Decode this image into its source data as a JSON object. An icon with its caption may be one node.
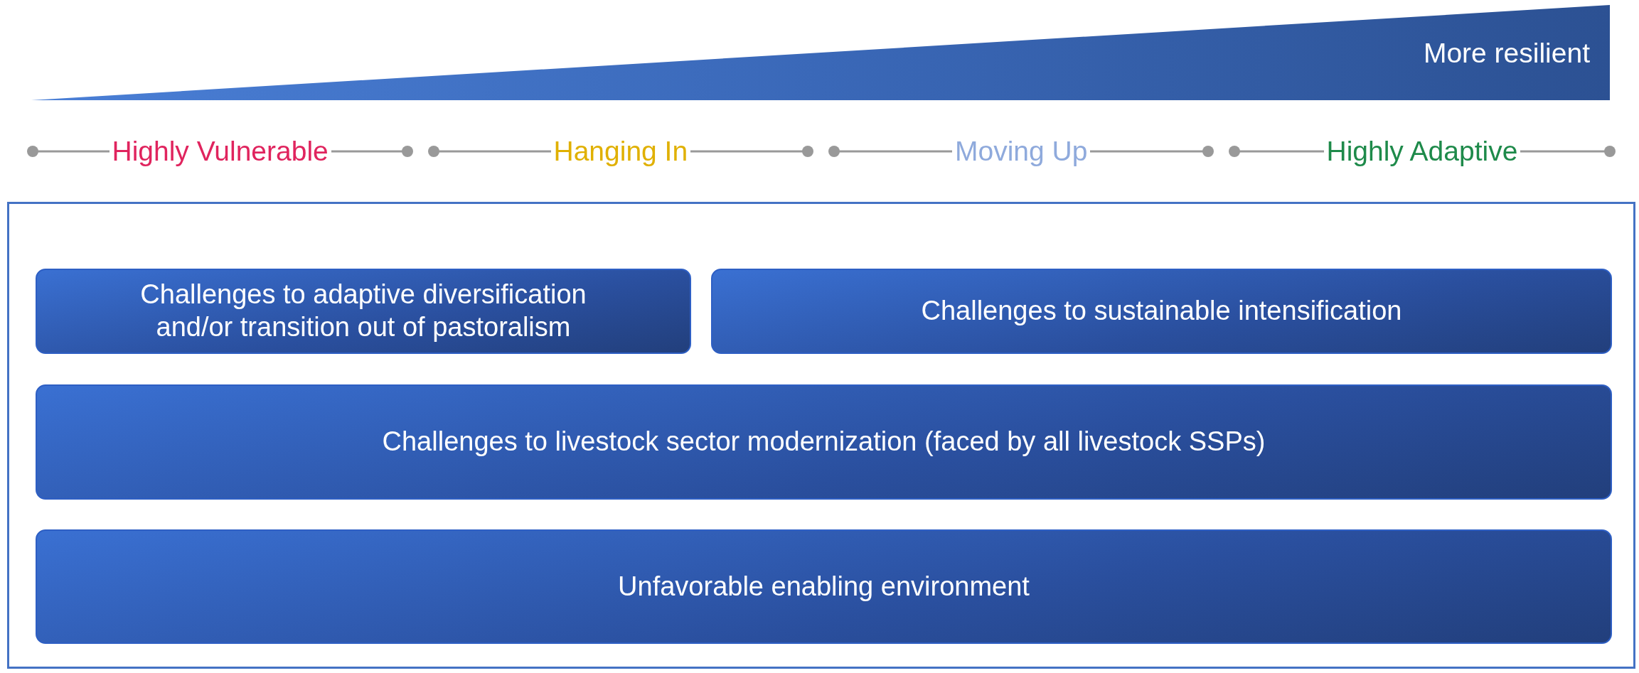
{
  "diagram": {
    "nodes": [
      {
        "text": [
          "More resilient"
        ]
      },
      {
        "text": [],
        "shape": "box"
      },
      {
        "text": [
          "Challenges to adaptive diversification and/or transition out of pastoralism"
        ],
        "in": 1
      },
      {
        "text": [
          "Challenges to sustainable intensification"
        ],
        "in": 1
      },
      {
        "text": [
          "Challenges to livestock sector modernization (faced by all livestock SSPs)"
        ],
        "in": 1
      },
      {
        "text": [
          "Unfavorable enabling environment"
        ],
        "in": 1
      }
    ],
    "edges": [],
    "labels": [
      "Highly Vulnerable",
      "Hanging In",
      "Moving Up",
      "Highly Adaptive"
    ]
  }
}
